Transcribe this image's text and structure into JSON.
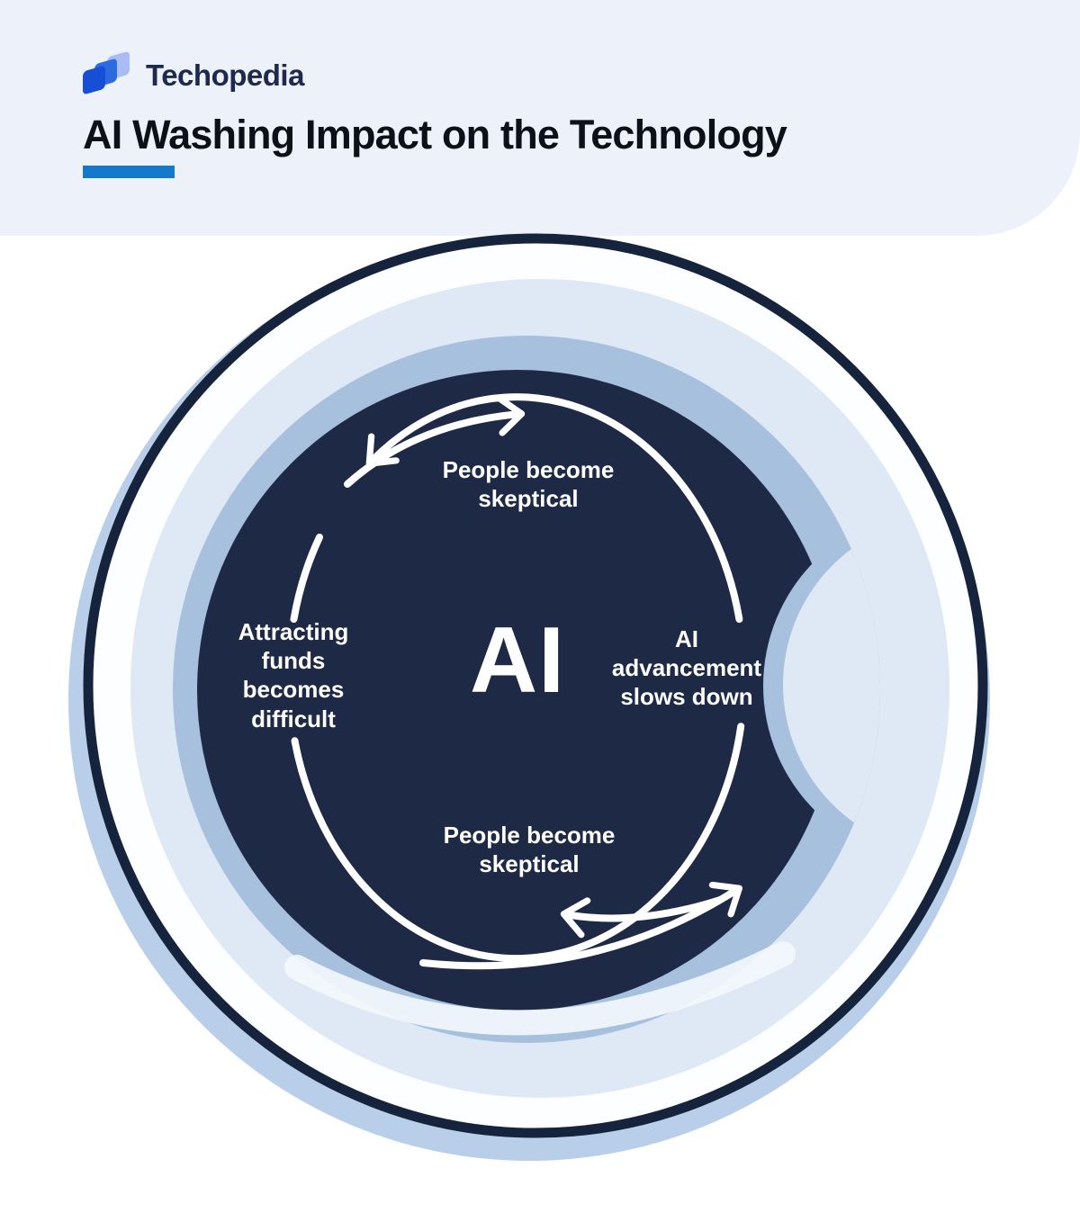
{
  "header": {
    "brand": "Techopedia",
    "title": "AI Washing Impact on the Technology"
  },
  "diagram": {
    "center_label": "AI",
    "nodes": {
      "top": "People become skeptical",
      "right": "AI advancement slows down",
      "bottom": "People become skeptical",
      "left": "Attracting funds becomes difficult"
    },
    "flow": "cycle"
  },
  "icons": {
    "logo": "techopedia-three-tilted-squares"
  },
  "colors": {
    "header_background": "#edf1fa",
    "title_text": "#0c101b",
    "title_underline": "#1579ca",
    "brand_navy": "#1d2a4d",
    "logo_blue_dark": "#164fd6",
    "logo_blue_mid": "#2e6adf",
    "logo_blue_light": "#a9bdf4",
    "outer_halo": "#b9cfe9",
    "outline_ring": "#16233d",
    "white_ring": "#fdfeff",
    "light_ring": "#dfe9f5",
    "medium_ring": "#a6c0dd",
    "inner_disc": "#1e2a45",
    "cycle_lines": "#ffffff",
    "label_text": "#ffffff"
  }
}
